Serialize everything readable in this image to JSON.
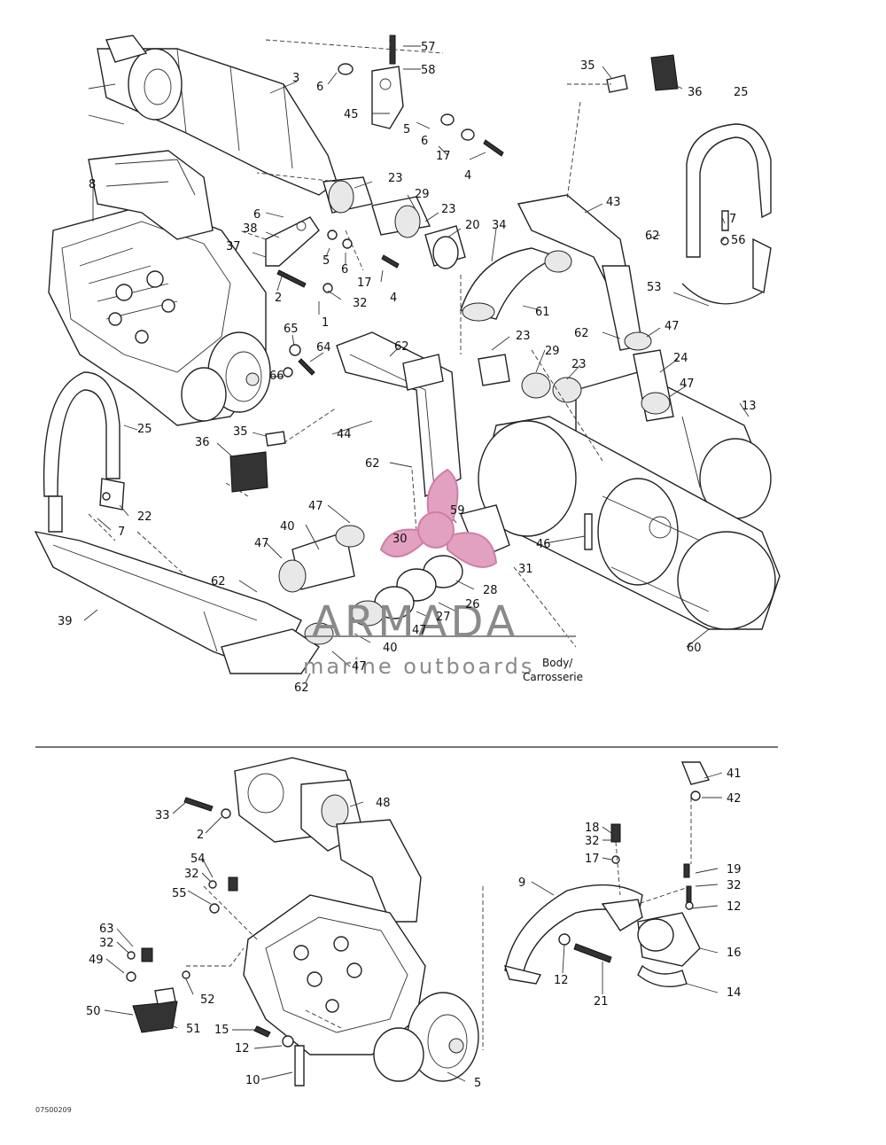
{
  "labels": [
    {
      "id": "l57",
      "text": "57"
    },
    {
      "id": "l58",
      "text": "58"
    },
    {
      "id": "l3",
      "text": "3"
    },
    {
      "id": "l6a",
      "text": "6"
    },
    {
      "id": "l45",
      "text": "45"
    },
    {
      "id": "l5a",
      "text": "5"
    },
    {
      "id": "l6b",
      "text": "6"
    },
    {
      "id": "l17a",
      "text": "17"
    },
    {
      "id": "l4a",
      "text": "4"
    },
    {
      "id": "l35a",
      "text": "35"
    },
    {
      "id": "l36a",
      "text": "36"
    },
    {
      "id": "l25a",
      "text": "25"
    },
    {
      "id": "l8",
      "text": "8"
    },
    {
      "id": "l23a",
      "text": "23"
    },
    {
      "id": "l29a",
      "text": "29"
    },
    {
      "id": "l23b",
      "text": "23"
    },
    {
      "id": "l20",
      "text": "20"
    },
    {
      "id": "l34",
      "text": "34"
    },
    {
      "id": "l43",
      "text": "43"
    },
    {
      "id": "l7a",
      "text": "7"
    },
    {
      "id": "l56",
      "text": "56"
    },
    {
      "id": "l62a",
      "text": "62"
    },
    {
      "id": "l6c",
      "text": "6"
    },
    {
      "id": "l38",
      "text": "38"
    },
    {
      "id": "l37",
      "text": "37"
    },
    {
      "id": "l5b",
      "text": "5"
    },
    {
      "id": "l6d",
      "text": "6"
    },
    {
      "id": "l17b",
      "text": "17"
    },
    {
      "id": "l2a",
      "text": "2"
    },
    {
      "id": "l32a",
      "text": "32"
    },
    {
      "id": "l4b",
      "text": "4"
    },
    {
      "id": "l1",
      "text": "1"
    },
    {
      "id": "l53",
      "text": "53"
    },
    {
      "id": "l61",
      "text": "61"
    },
    {
      "id": "l62b",
      "text": "62"
    },
    {
      "id": "l47a",
      "text": "47"
    },
    {
      "id": "l65",
      "text": "65"
    },
    {
      "id": "l64",
      "text": "64"
    },
    {
      "id": "l66",
      "text": "66"
    },
    {
      "id": "l62c",
      "text": "62"
    },
    {
      "id": "l23c",
      "text": "23"
    },
    {
      "id": "l29b",
      "text": "29"
    },
    {
      "id": "l24",
      "text": "24"
    },
    {
      "id": "l23d",
      "text": "23"
    },
    {
      "id": "l47b",
      "text": "47"
    },
    {
      "id": "l13",
      "text": "13"
    },
    {
      "id": "l25b",
      "text": "25"
    },
    {
      "id": "l35b",
      "text": "35"
    },
    {
      "id": "l44",
      "text": "44"
    },
    {
      "id": "l36b",
      "text": "36"
    },
    {
      "id": "l62d",
      "text": "62"
    },
    {
      "id": "l22",
      "text": "22"
    },
    {
      "id": "l7b",
      "text": "7"
    },
    {
      "id": "l47c",
      "text": "47"
    },
    {
      "id": "l59",
      "text": "59"
    },
    {
      "id": "l30",
      "text": "30"
    },
    {
      "id": "l46",
      "text": "46"
    },
    {
      "id": "l40a",
      "text": "40"
    },
    {
      "id": "l31",
      "text": "31"
    },
    {
      "id": "l47d",
      "text": "47"
    },
    {
      "id": "l62e",
      "text": "62"
    },
    {
      "id": "l28",
      "text": "28"
    },
    {
      "id": "l26",
      "text": "26"
    },
    {
      "id": "l27",
      "text": "27"
    },
    {
      "id": "l39",
      "text": "39"
    },
    {
      "id": "l47e",
      "text": "47"
    },
    {
      "id": "l40b",
      "text": "40"
    },
    {
      "id": "l47f",
      "text": "47"
    },
    {
      "id": "l60",
      "text": "60"
    },
    {
      "id": "l62f",
      "text": "62"
    },
    {
      "id": "l33",
      "text": "33"
    },
    {
      "id": "l2b",
      "text": "2"
    },
    {
      "id": "l48",
      "text": "48"
    },
    {
      "id": "l41",
      "text": "41"
    },
    {
      "id": "l42",
      "text": "42"
    },
    {
      "id": "l18",
      "text": "18"
    },
    {
      "id": "l32b",
      "text": "32"
    },
    {
      "id": "l17c",
      "text": "17"
    },
    {
      "id": "l54",
      "text": "54"
    },
    {
      "id": "l32c",
      "text": "32"
    },
    {
      "id": "l19",
      "text": "19"
    },
    {
      "id": "l32d",
      "text": "32"
    },
    {
      "id": "l55",
      "text": "55"
    },
    {
      "id": "l9",
      "text": "9"
    },
    {
      "id": "l12a",
      "text": "12"
    },
    {
      "id": "l63",
      "text": "63"
    },
    {
      "id": "l32e",
      "text": "32"
    },
    {
      "id": "l49",
      "text": "49"
    },
    {
      "id": "l16",
      "text": "16"
    },
    {
      "id": "l52",
      "text": "52"
    },
    {
      "id": "l12b",
      "text": "12"
    },
    {
      "id": "l21",
      "text": "21"
    },
    {
      "id": "l14",
      "text": "14"
    },
    {
      "id": "l50",
      "text": "50"
    },
    {
      "id": "l51",
      "text": "51"
    },
    {
      "id": "l15",
      "text": "15"
    },
    {
      "id": "l12c",
      "text": "12"
    },
    {
      "id": "l10",
      "text": "10"
    },
    {
      "id": "l5c",
      "text": "5"
    }
  ],
  "callout": {
    "line1": "Body/",
    "line2": "Carrosserie"
  },
  "drawing_code": "07S00209",
  "watermark": {
    "title": "ARMADA",
    "subtitle": "marine outboards"
  },
  "colors": {
    "ink": "#222222",
    "watermark_pink": "#e3a1c1",
    "watermark_pink_dark": "#cf7ea6",
    "watermark_text": "#8a8a8a"
  }
}
